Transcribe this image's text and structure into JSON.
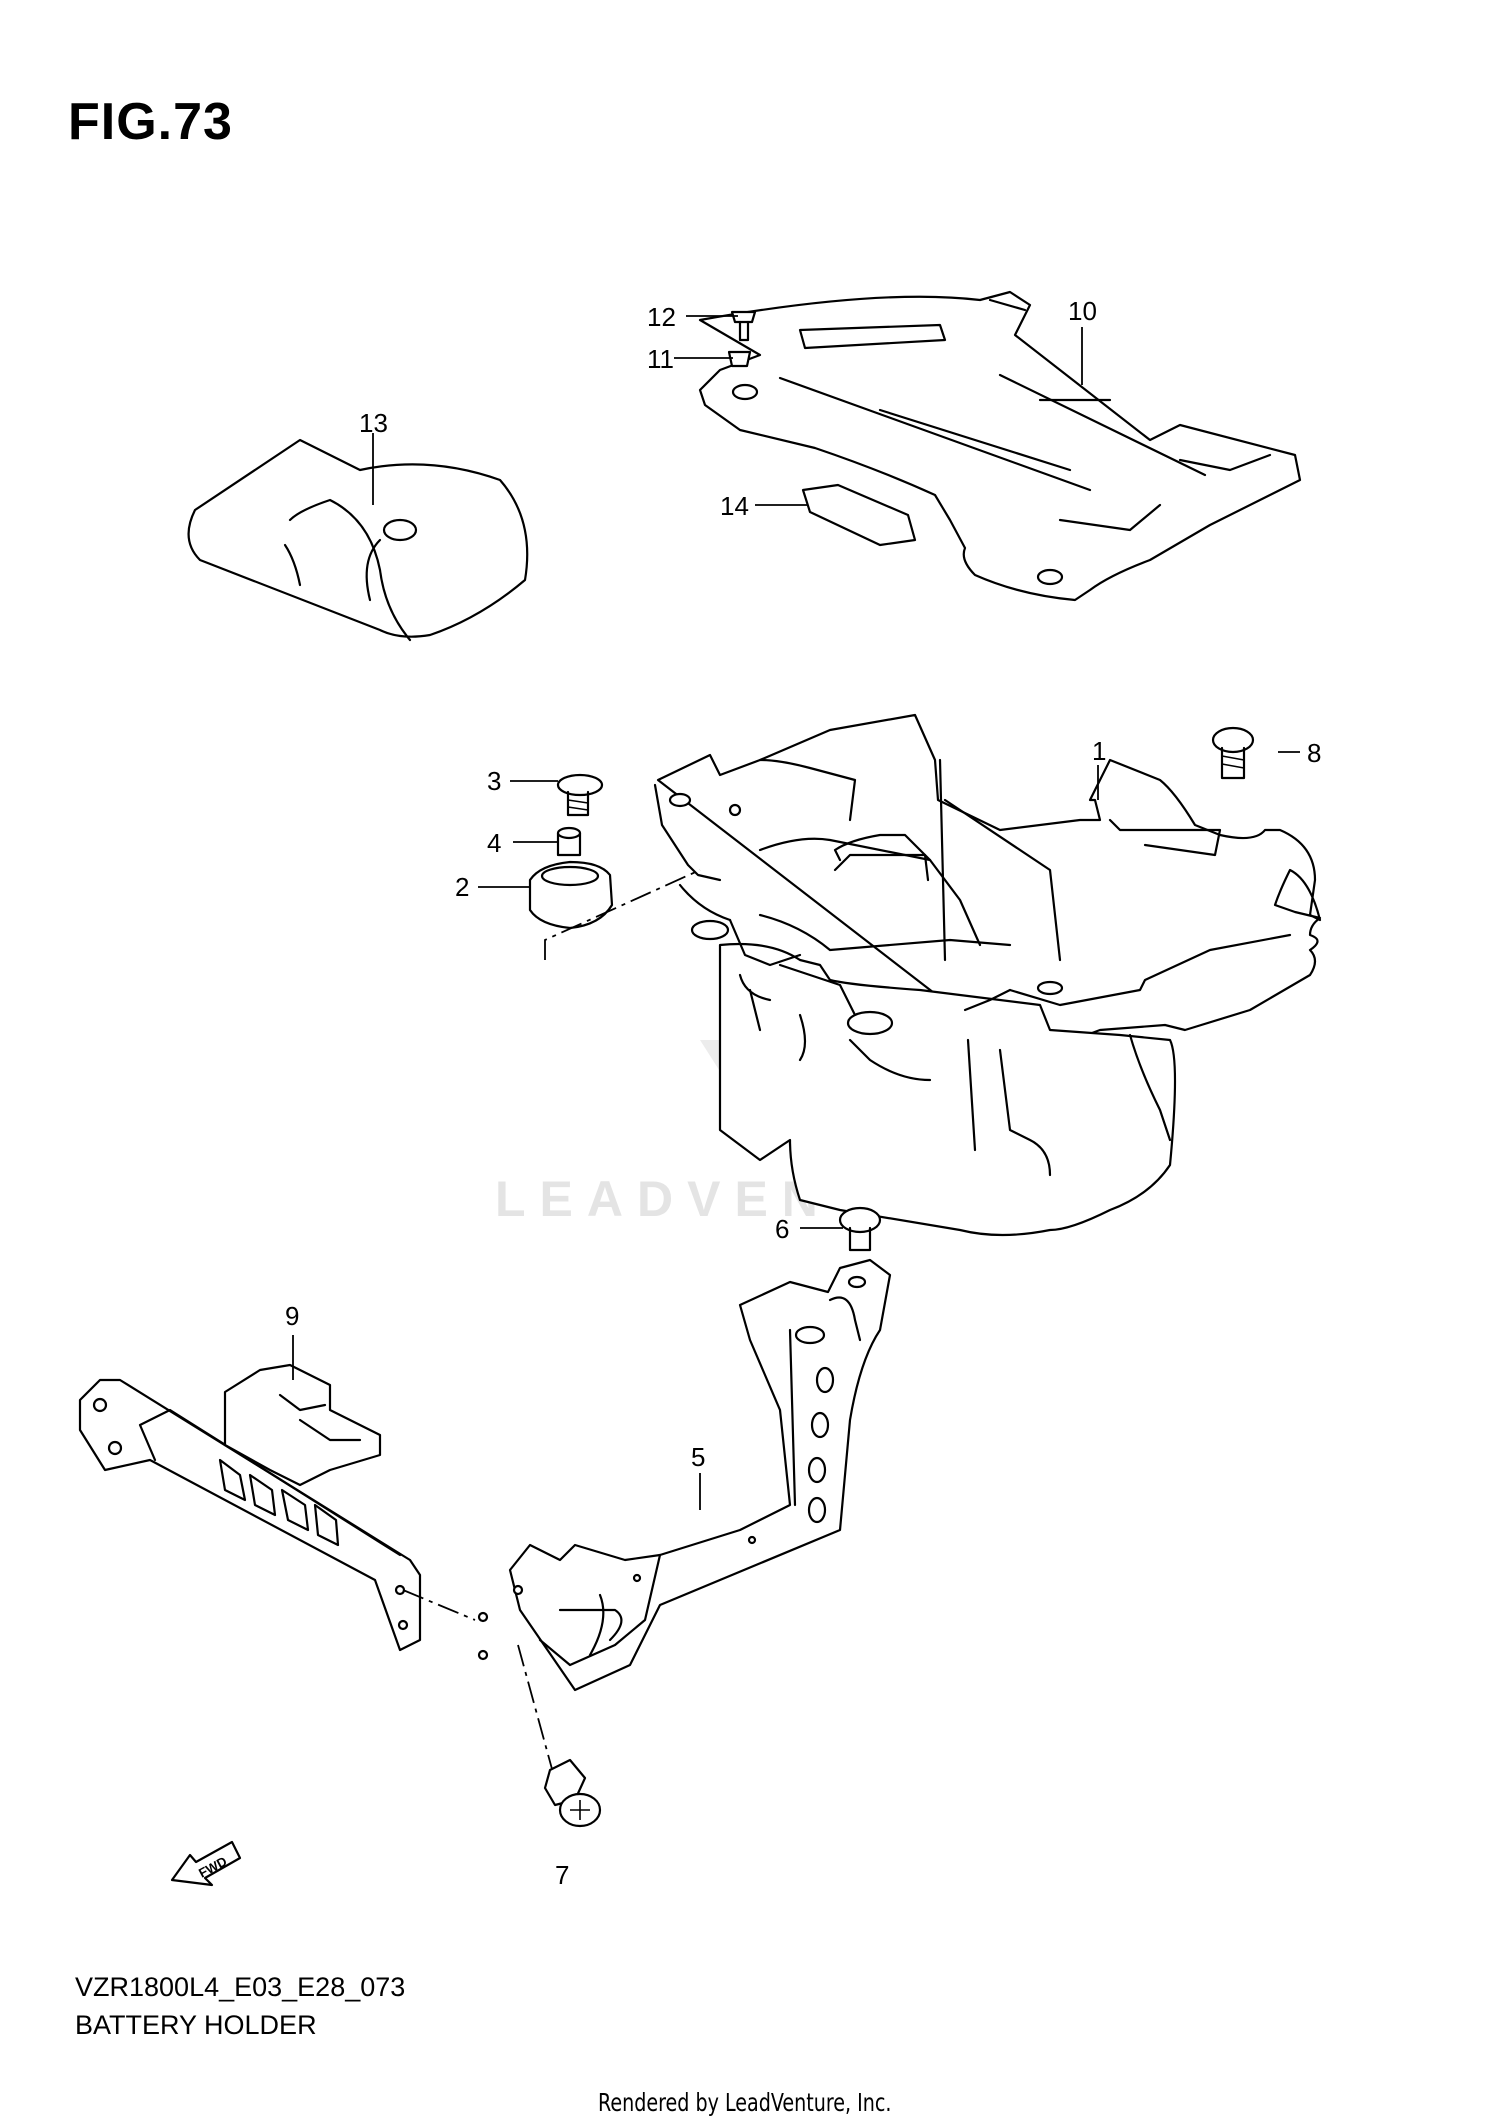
{
  "figure": {
    "title": "FIG.73",
    "model_code": "VZR1800L4_E03_E28_073",
    "caption": "BATTERY HOLDER",
    "render_credit": "Rendered by LeadVenture, Inc.",
    "watermark": "LEADVENTURE",
    "direction_arrow": "FWD"
  },
  "callouts": [
    {
      "id": "1",
      "part": "battery-holder"
    },
    {
      "id": "2",
      "part": "cushion"
    },
    {
      "id": "3",
      "part": "bolt"
    },
    {
      "id": "4",
      "part": "collar"
    },
    {
      "id": "5",
      "part": "bracket"
    },
    {
      "id": "6",
      "part": "bolt"
    },
    {
      "id": "7",
      "part": "bolt"
    },
    {
      "id": "8",
      "part": "bolt"
    },
    {
      "id": "9",
      "part": "bracket"
    },
    {
      "id": "10",
      "part": "battery-cover"
    },
    {
      "id": "11",
      "part": "nut"
    },
    {
      "id": "12",
      "part": "screw"
    },
    {
      "id": "13",
      "part": "battery-cap"
    },
    {
      "id": "14",
      "part": "label"
    }
  ],
  "colors": {
    "line": "#000000",
    "background": "#ffffff",
    "watermark": "#e4e4e4"
  }
}
